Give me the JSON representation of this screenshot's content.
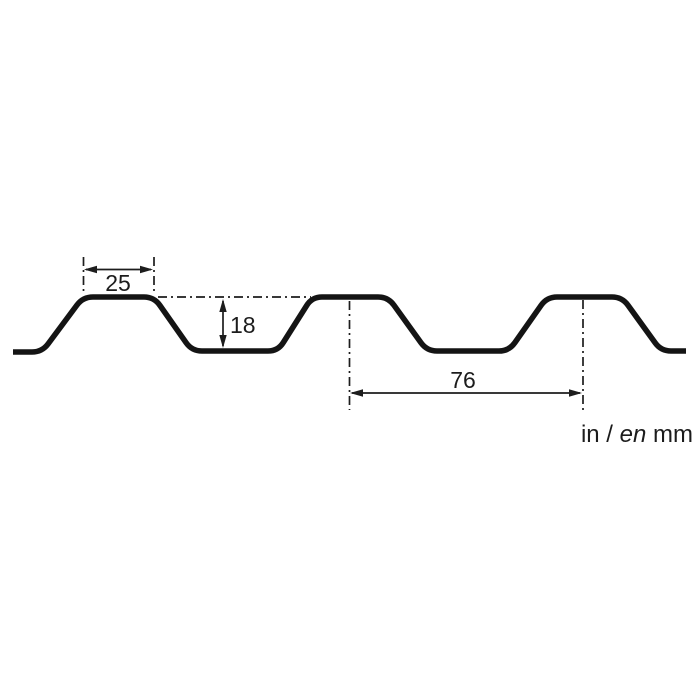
{
  "dims": {
    "crest_width": "25",
    "profile_height": "18",
    "pitch": "76"
  },
  "units_label": {
    "part1": "in / ",
    "part2": "en",
    "part3": " mm"
  },
  "colors": {
    "line": "#141414",
    "thin": "#1d1d1d",
    "text": "#1c1c1c",
    "bg": "#ffffff"
  }
}
